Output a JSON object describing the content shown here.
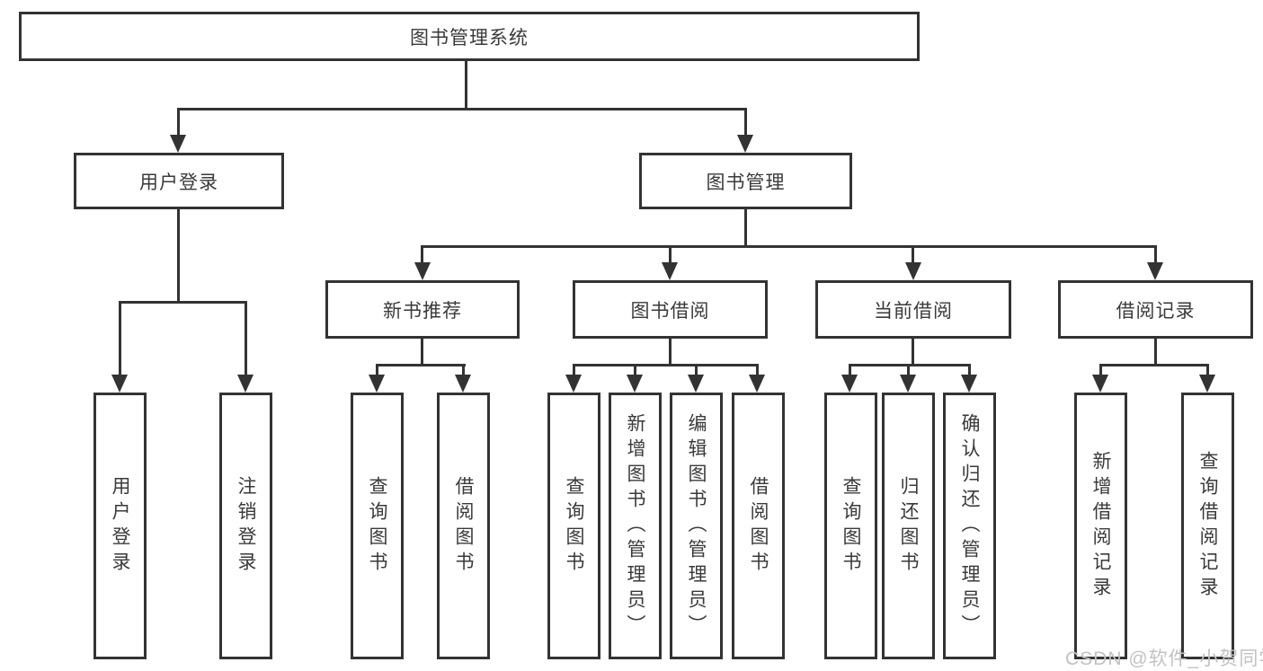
{
  "diagram_title": "图书管理系统",
  "nodes": {
    "root": {
      "label": "图书管理系统"
    },
    "user_login": {
      "label": "用户登录"
    },
    "book_management": {
      "label": "图书管理"
    },
    "new_book_recommend": {
      "label": "新书推荐"
    },
    "book_borrow": {
      "label": "图书借阅"
    },
    "current_borrow": {
      "label": "当前借阅"
    },
    "borrow_records": {
      "label": "借阅记录"
    },
    "leaves": [
      {
        "label": "用户登录"
      },
      {
        "label": "注销登录"
      },
      {
        "label": "查询图书"
      },
      {
        "label": "借阅图书"
      },
      {
        "label": "查询图书"
      },
      {
        "label": "新增图书（管理员）"
      },
      {
        "label": "编辑图书（管理员）"
      },
      {
        "label": "借阅图书"
      },
      {
        "label": "查询图书"
      },
      {
        "label": "归还图书"
      },
      {
        "label": "确认归还（管理员）"
      },
      {
        "label": "新增借阅记录"
      },
      {
        "label": "查询借阅记录"
      }
    ]
  },
  "watermark": {
    "text": "CSDN @软件_小贺同学"
  },
  "colors": {
    "line": "#333333",
    "text": "#3a3a3a",
    "box_background": "#ffffff",
    "background": "#ffffff",
    "watermark": "#c2c2c2"
  }
}
